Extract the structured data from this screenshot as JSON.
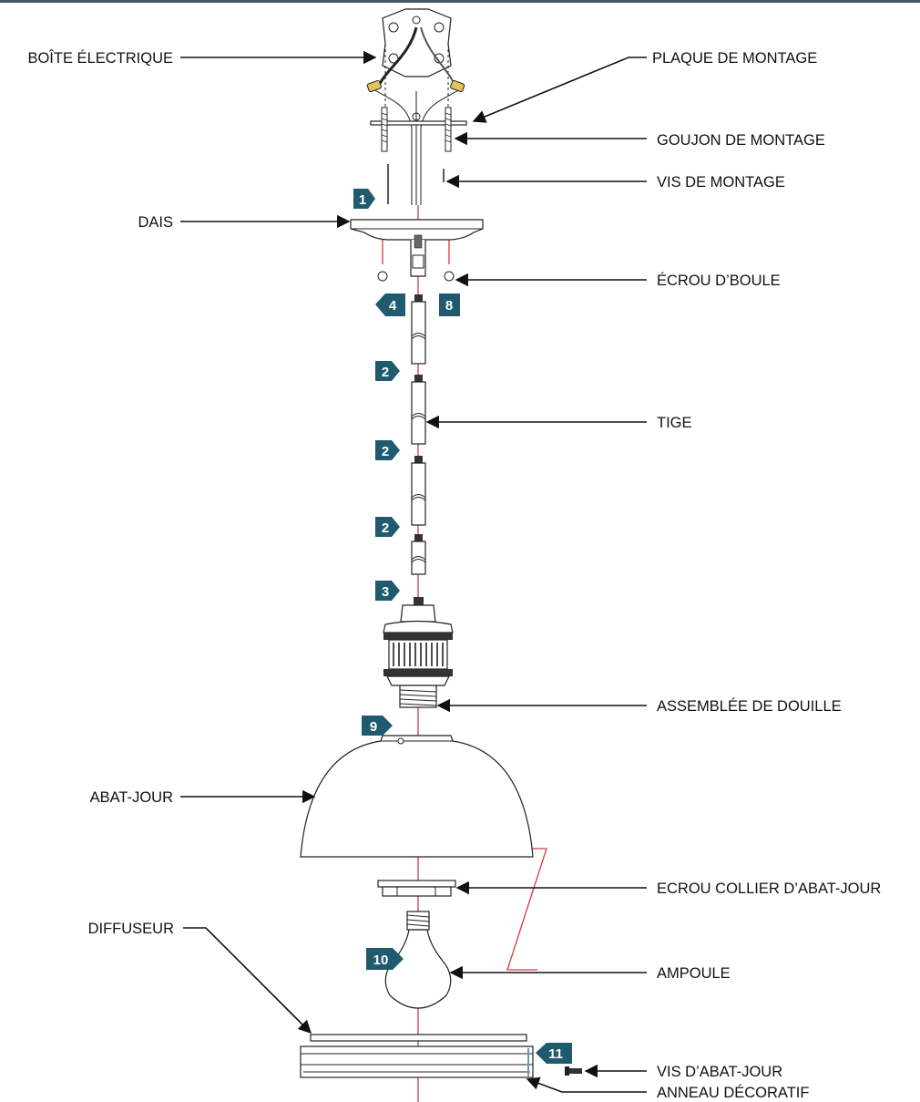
{
  "callouts": {
    "junction_box": "BOÎTE ÉLECTRIQUE",
    "mounting_plate": "PLAQUE DE MONTAGE",
    "mounting_stud": "GOUJON DE MONTAGE",
    "mounting_screw": "VIS DE MONTAGE",
    "canopy": "DAIS",
    "ball_nut": "ÉCROU D’BOULE",
    "rod": "TIGE",
    "socket_assembly": "ASSEMBLÉE DE DOUILLE",
    "shade": "ABAT-JOUR",
    "shade_collar_nut": "ECROU COLLIER D’ABAT-JOUR",
    "diffuser": "DIFFUSEUR",
    "bulb": "AMPOULE",
    "shade_screw": "VIS D’ABAT-JOUR",
    "decorative_ring": "ANNEAU DÉCORATIF"
  },
  "steps": {
    "s1": "1",
    "s4": "4",
    "s8": "8",
    "s2a": "2",
    "s2b": "2",
    "s2c": "2",
    "s3": "3",
    "s9": "9",
    "s10": "10",
    "s11": "11"
  },
  "colors": {
    "step_badge": "#1f5a6e",
    "guide_line": "#d43c3c",
    "top_bar": "#4a5662"
  }
}
